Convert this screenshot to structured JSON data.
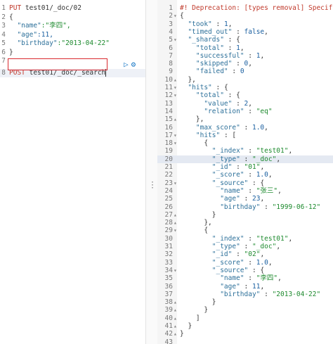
{
  "request_editor": {
    "lines": [
      {
        "n": "1",
        "html": "put_doc"
      },
      {
        "n": "2",
        "text": "{"
      },
      {
        "n": "3",
        "kv": [
          "\"name\"",
          ":\"李四\","
        ]
      },
      {
        "n": "4",
        "kv": [
          "\"age\"",
          ":11,"
        ]
      },
      {
        "n": "5",
        "kv": [
          "\"birthday\"",
          ":\"2013-04-22\""
        ]
      },
      {
        "n": "6",
        "text": "}"
      },
      {
        "n": "7",
        "text": ""
      },
      {
        "n": "8",
        "html": "post_search"
      }
    ],
    "put_method": "PUT",
    "put_url": "test01/_doc/02",
    "post_method": "POST",
    "post_url": "test01/_doc/_search",
    "run_icon": "play-icon",
    "settings_icon": "wrench-icon"
  },
  "response_viewer": {
    "lines": [
      {
        "n": "1",
        "parts": [
          [
            "c",
            "#! Deprecation: [types removal] Specifying"
          ]
        ]
      },
      {
        "n": "2",
        "parts": [
          [
            "p",
            "{"
          ]
        ]
      },
      {
        "n": "3",
        "parts": [
          [
            "p",
            "  "
          ],
          [
            "k",
            "\"took\""
          ],
          [
            "p",
            " : "
          ],
          [
            "n",
            "1"
          ],
          [
            "p",
            ","
          ]
        ]
      },
      {
        "n": "4",
        "parts": [
          [
            "p",
            "  "
          ],
          [
            "k",
            "\"timed_out\""
          ],
          [
            "p",
            " : "
          ],
          [
            "n",
            "false"
          ],
          [
            "p",
            ","
          ]
        ]
      },
      {
        "n": "5",
        "parts": [
          [
            "p",
            "  "
          ],
          [
            "k",
            "\"_shards\""
          ],
          [
            "p",
            " : {"
          ]
        ]
      },
      {
        "n": "6",
        "parts": [
          [
            "p",
            "    "
          ],
          [
            "k",
            "\"total\""
          ],
          [
            "p",
            " : "
          ],
          [
            "n",
            "1"
          ],
          [
            "p",
            ","
          ]
        ]
      },
      {
        "n": "7",
        "parts": [
          [
            "p",
            "    "
          ],
          [
            "k",
            "\"successful\""
          ],
          [
            "p",
            " : "
          ],
          [
            "n",
            "1"
          ],
          [
            "p",
            ","
          ]
        ]
      },
      {
        "n": "8",
        "parts": [
          [
            "p",
            "    "
          ],
          [
            "k",
            "\"skipped\""
          ],
          [
            "p",
            " : "
          ],
          [
            "n",
            "0"
          ],
          [
            "p",
            ","
          ]
        ]
      },
      {
        "n": "9",
        "parts": [
          [
            "p",
            "    "
          ],
          [
            "k",
            "\"failed\""
          ],
          [
            "p",
            " : "
          ],
          [
            "n",
            "0"
          ]
        ]
      },
      {
        "n": "10",
        "parts": [
          [
            "p",
            "  },"
          ]
        ]
      },
      {
        "n": "11",
        "parts": [
          [
            "p",
            "  "
          ],
          [
            "k",
            "\"hits\""
          ],
          [
            "p",
            " : {"
          ]
        ]
      },
      {
        "n": "12",
        "parts": [
          [
            "p",
            "    "
          ],
          [
            "k",
            "\"total\""
          ],
          [
            "p",
            " : {"
          ]
        ]
      },
      {
        "n": "13",
        "parts": [
          [
            "p",
            "      "
          ],
          [
            "k",
            "\"value\""
          ],
          [
            "p",
            " : "
          ],
          [
            "n",
            "2"
          ],
          [
            "p",
            ","
          ]
        ]
      },
      {
        "n": "14",
        "parts": [
          [
            "p",
            "      "
          ],
          [
            "k",
            "\"relation\""
          ],
          [
            "p",
            " : "
          ],
          [
            "s",
            "\"eq\""
          ]
        ]
      },
      {
        "n": "15",
        "parts": [
          [
            "p",
            "    },"
          ]
        ]
      },
      {
        "n": "16",
        "parts": [
          [
            "p",
            "    "
          ],
          [
            "k",
            "\"max_score\""
          ],
          [
            "p",
            " : "
          ],
          [
            "n",
            "1.0"
          ],
          [
            "p",
            ","
          ]
        ]
      },
      {
        "n": "17",
        "parts": [
          [
            "p",
            "    "
          ],
          [
            "k",
            "\"hits\""
          ],
          [
            "p",
            " : ["
          ]
        ]
      },
      {
        "n": "18",
        "parts": [
          [
            "p",
            "      {"
          ]
        ]
      },
      {
        "n": "19",
        "parts": [
          [
            "p",
            "        "
          ],
          [
            "k",
            "\"_index\""
          ],
          [
            "p",
            " : "
          ],
          [
            "s",
            "\"test01\""
          ],
          [
            "p",
            ","
          ]
        ]
      },
      {
        "n": "20",
        "parts": [
          [
            "p",
            "        "
          ],
          [
            "k",
            "\"_type\""
          ],
          [
            "p",
            " : "
          ],
          [
            "s",
            "\"_doc\""
          ],
          [
            "p",
            ","
          ]
        ]
      },
      {
        "n": "21",
        "parts": [
          [
            "p",
            "        "
          ],
          [
            "k",
            "\"_id\""
          ],
          [
            "p",
            " : "
          ],
          [
            "s",
            "\"01\""
          ],
          [
            "p",
            ","
          ]
        ]
      },
      {
        "n": "22",
        "parts": [
          [
            "p",
            "        "
          ],
          [
            "k",
            "\"_score\""
          ],
          [
            "p",
            " : "
          ],
          [
            "n",
            "1.0"
          ],
          [
            "p",
            ","
          ]
        ]
      },
      {
        "n": "23",
        "parts": [
          [
            "p",
            "        "
          ],
          [
            "k",
            "\"_source\""
          ],
          [
            "p",
            " : {"
          ]
        ]
      },
      {
        "n": "24",
        "parts": [
          [
            "p",
            "          "
          ],
          [
            "k",
            "\"name\""
          ],
          [
            "p",
            " : "
          ],
          [
            "s",
            "\"张三\""
          ],
          [
            "p",
            ","
          ]
        ]
      },
      {
        "n": "25",
        "parts": [
          [
            "p",
            "          "
          ],
          [
            "k",
            "\"age\""
          ],
          [
            "p",
            " : "
          ],
          [
            "n",
            "23"
          ],
          [
            "p",
            ","
          ]
        ]
      },
      {
        "n": "26",
        "parts": [
          [
            "p",
            "          "
          ],
          [
            "k",
            "\"birthday\""
          ],
          [
            "p",
            " : "
          ],
          [
            "s",
            "\"1999-06-12\""
          ]
        ]
      },
      {
        "n": "27",
        "parts": [
          [
            "p",
            "        }"
          ]
        ]
      },
      {
        "n": "28",
        "parts": [
          [
            "p",
            "      },"
          ]
        ]
      },
      {
        "n": "29",
        "parts": [
          [
            "p",
            "      {"
          ]
        ]
      },
      {
        "n": "30",
        "parts": [
          [
            "p",
            "        "
          ],
          [
            "k",
            "\"_index\""
          ],
          [
            "p",
            " : "
          ],
          [
            "s",
            "\"test01\""
          ],
          [
            "p",
            ","
          ]
        ]
      },
      {
        "n": "31",
        "parts": [
          [
            "p",
            "        "
          ],
          [
            "k",
            "\"_type\""
          ],
          [
            "p",
            " : "
          ],
          [
            "s",
            "\"_doc\""
          ],
          [
            "p",
            ","
          ]
        ]
      },
      {
        "n": "32",
        "parts": [
          [
            "p",
            "        "
          ],
          [
            "k",
            "\"_id\""
          ],
          [
            "p",
            " : "
          ],
          [
            "s",
            "\"02\""
          ],
          [
            "p",
            ","
          ]
        ]
      },
      {
        "n": "33",
        "parts": [
          [
            "p",
            "        "
          ],
          [
            "k",
            "\"_score\""
          ],
          [
            "p",
            " : "
          ],
          [
            "n",
            "1.0"
          ],
          [
            "p",
            ","
          ]
        ]
      },
      {
        "n": "34",
        "parts": [
          [
            "p",
            "        "
          ],
          [
            "k",
            "\"_source\""
          ],
          [
            "p",
            " : {"
          ]
        ]
      },
      {
        "n": "35",
        "parts": [
          [
            "p",
            "          "
          ],
          [
            "k",
            "\"name\""
          ],
          [
            "p",
            " : "
          ],
          [
            "s",
            "\"李四\""
          ],
          [
            "p",
            ","
          ]
        ]
      },
      {
        "n": "36",
        "parts": [
          [
            "p",
            "          "
          ],
          [
            "k",
            "\"age\""
          ],
          [
            "p",
            " : "
          ],
          [
            "n",
            "11"
          ],
          [
            "p",
            ","
          ]
        ]
      },
      {
        "n": "37",
        "parts": [
          [
            "p",
            "          "
          ],
          [
            "k",
            "\"birthday\""
          ],
          [
            "p",
            " : "
          ],
          [
            "s",
            "\"2013-04-22\""
          ]
        ]
      },
      {
        "n": "38",
        "parts": [
          [
            "p",
            "        }"
          ]
        ]
      },
      {
        "n": "39",
        "parts": [
          [
            "p",
            "      }"
          ]
        ]
      },
      {
        "n": "40",
        "parts": [
          [
            "p",
            "    ]"
          ]
        ]
      },
      {
        "n": "41",
        "parts": [
          [
            "p",
            "  }"
          ]
        ]
      },
      {
        "n": "42",
        "parts": [
          [
            "p",
            "}"
          ]
        ]
      },
      {
        "n": "43",
        "parts": [
          [
            "p",
            ""
          ]
        ]
      }
    ],
    "highlighted_line": "20"
  },
  "splitter_icon": "vertical-dots-icon"
}
